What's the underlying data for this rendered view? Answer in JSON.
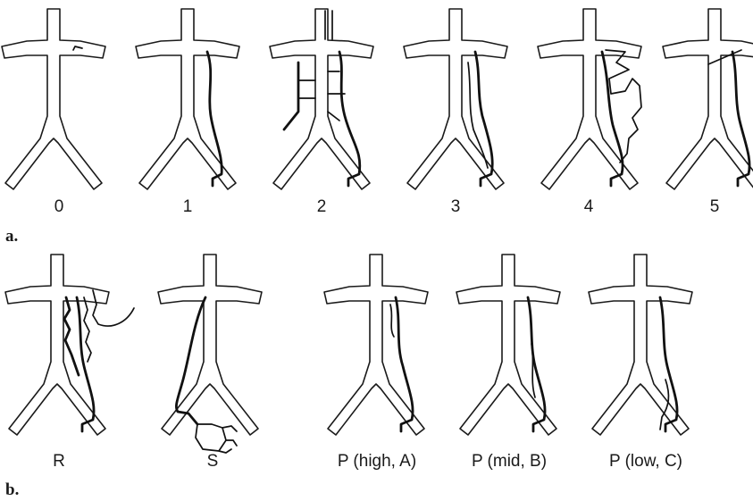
{
  "figure": {
    "part_a": {
      "tag": "a.",
      "panels": [
        "0",
        "1",
        "2",
        "3",
        "4",
        "5"
      ]
    },
    "part_b": {
      "tag": "b.",
      "panels": [
        "R",
        "S",
        "P (high, A)",
        "P (mid, B)",
        "P (low, C)"
      ]
    }
  }
}
